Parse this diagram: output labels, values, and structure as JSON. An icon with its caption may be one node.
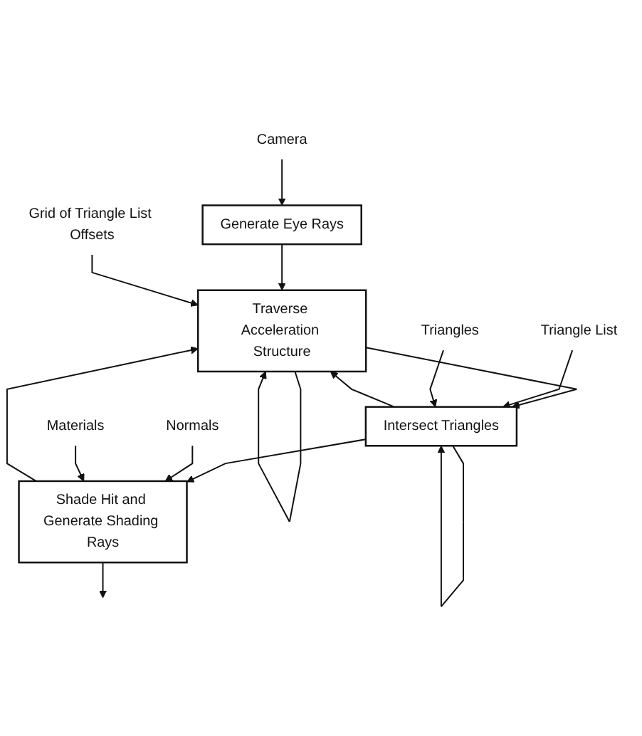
{
  "diagram": {
    "nodes": [
      {
        "text": [
          "Camera"
        ]
      },
      {
        "text": [
          "Generate Eye Rays"
        ]
      },
      {
        "text": [
          "Grid of Triangle List Offsets"
        ]
      },
      {
        "text": [
          "Traverse Acceleration Structure"
        ]
      },
      {
        "text": [
          "Triangle List"
        ]
      },
      {
        "text": [
          "Triangles"
        ]
      },
      {
        "text": [
          "Intersect Triangles"
        ]
      },
      {
        "text": [
          "Normals"
        ]
      },
      {
        "text": [
          "Materials"
        ]
      },
      {
        "text": [
          "Shade Hit and Generate Shading Rays"
        ]
      }
    ],
    "edges": [
      {
        "from": 0,
        "to": 1,
        "arrow": "to"
      },
      {
        "from": 1,
        "to": 3,
        "arrow": "to"
      },
      {
        "from": 2,
        "to": 3,
        "arrow": "to"
      },
      {
        "from": 3,
        "to": 3,
        "arrow": "to"
      },
      {
        "from": 6,
        "to": 3,
        "arrow": "to"
      },
      {
        "from": 9,
        "to": 3,
        "arrow": "to"
      },
      {
        "from": 3,
        "to": 6,
        "arrow": "to"
      },
      {
        "from": 4,
        "to": 6,
        "arrow": "to"
      },
      {
        "from": 5,
        "to": 6,
        "arrow": "to"
      },
      {
        "from": 6,
        "to": 6,
        "arrow": "to"
      },
      {
        "from": 6,
        "to": 9,
        "arrow": "to"
      },
      {
        "from": 7,
        "to": 9,
        "arrow": "to"
      },
      {
        "from": 8,
        "to": 9,
        "arrow": "to"
      },
      {
        "from": 9,
        "to": null,
        "arrow": "to"
      }
    ]
  }
}
